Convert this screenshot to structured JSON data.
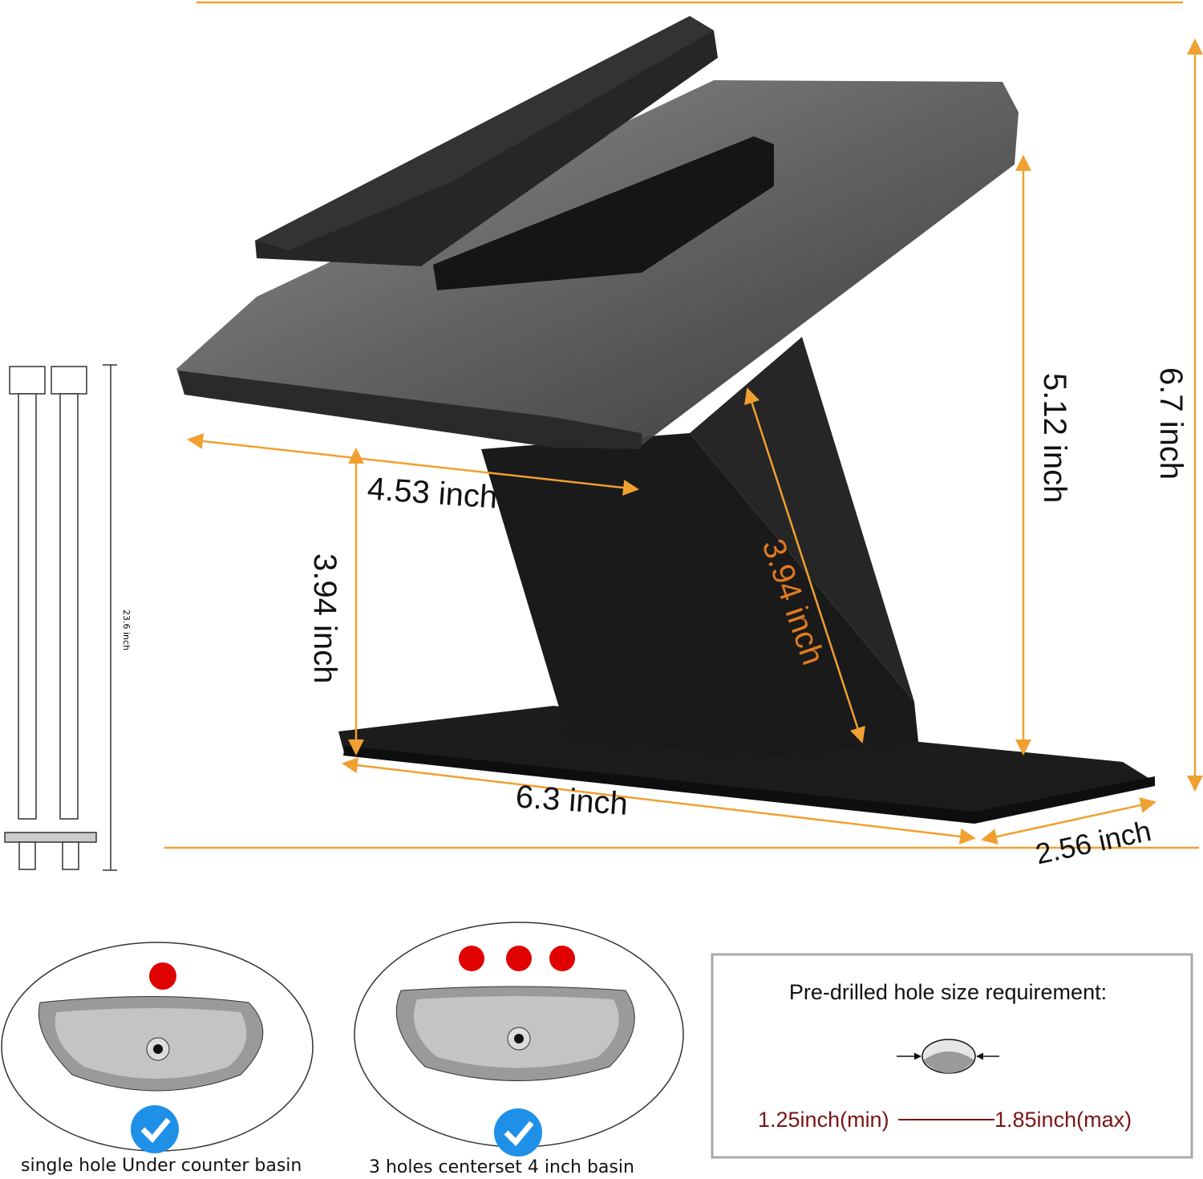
{
  "dimensions": {
    "spout_width": "4.53 inch",
    "spout_height": "3.94 inch",
    "column_length": "3.94 inch",
    "handle_height": "5.12 inch",
    "total_height": "6.7 inch",
    "base_length": "6.3 inch",
    "base_width": "2.56 inch",
    "hose_length": "23.6 inch"
  },
  "basins": [
    {
      "caption": "single hole Under counter basin",
      "holes": 1,
      "supported": true
    },
    {
      "caption": "3 holes centerset 4 inch basin",
      "holes": 3,
      "supported": true
    }
  ],
  "hole_requirement": {
    "title": "Pre-drilled hole size requirement:",
    "min": "1.25inch(min)",
    "max": "1.85inch(max)"
  },
  "colors": {
    "dimension_line": "#f0a030",
    "diagonal_label": "#e07a20",
    "hole_dot": "#e00000",
    "check_badge": "#1e90e8",
    "range_text": "#7a1515"
  }
}
